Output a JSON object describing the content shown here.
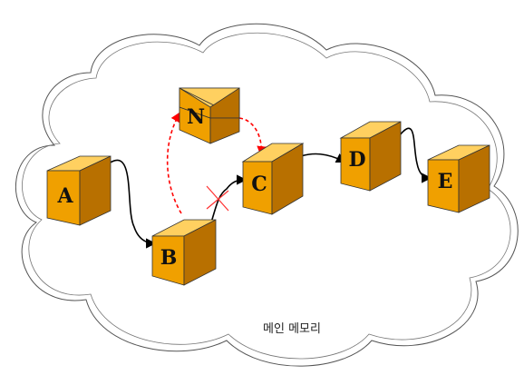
{
  "diagram": {
    "memory_label": "메인 메모리",
    "nodes": [
      {
        "id": "A",
        "label": "A"
      },
      {
        "id": "B",
        "label": "B"
      },
      {
        "id": "C",
        "label": "C"
      },
      {
        "id": "D",
        "label": "D"
      },
      {
        "id": "E",
        "label": "E"
      },
      {
        "id": "N",
        "label": "N"
      }
    ],
    "links": [
      {
        "from": "A",
        "to": "B",
        "style": "solid",
        "color": "#000000"
      },
      {
        "from": "B",
        "to": "C",
        "style": "solid",
        "color": "#000000",
        "removed": true
      },
      {
        "from": "C",
        "to": "D",
        "style": "solid",
        "color": "#000000"
      },
      {
        "from": "D",
        "to": "E",
        "style": "solid",
        "color": "#000000"
      },
      {
        "from": "B",
        "to": "N",
        "style": "dashed",
        "color": "#ff0000"
      },
      {
        "from": "N",
        "to": "C",
        "style": "dashed",
        "color": "#ff0000"
      }
    ],
    "colors": {
      "box_front": "#f0a000",
      "box_side": "#b87000",
      "box_top": "#ffd060",
      "cut_mark": "#ff3030"
    }
  }
}
